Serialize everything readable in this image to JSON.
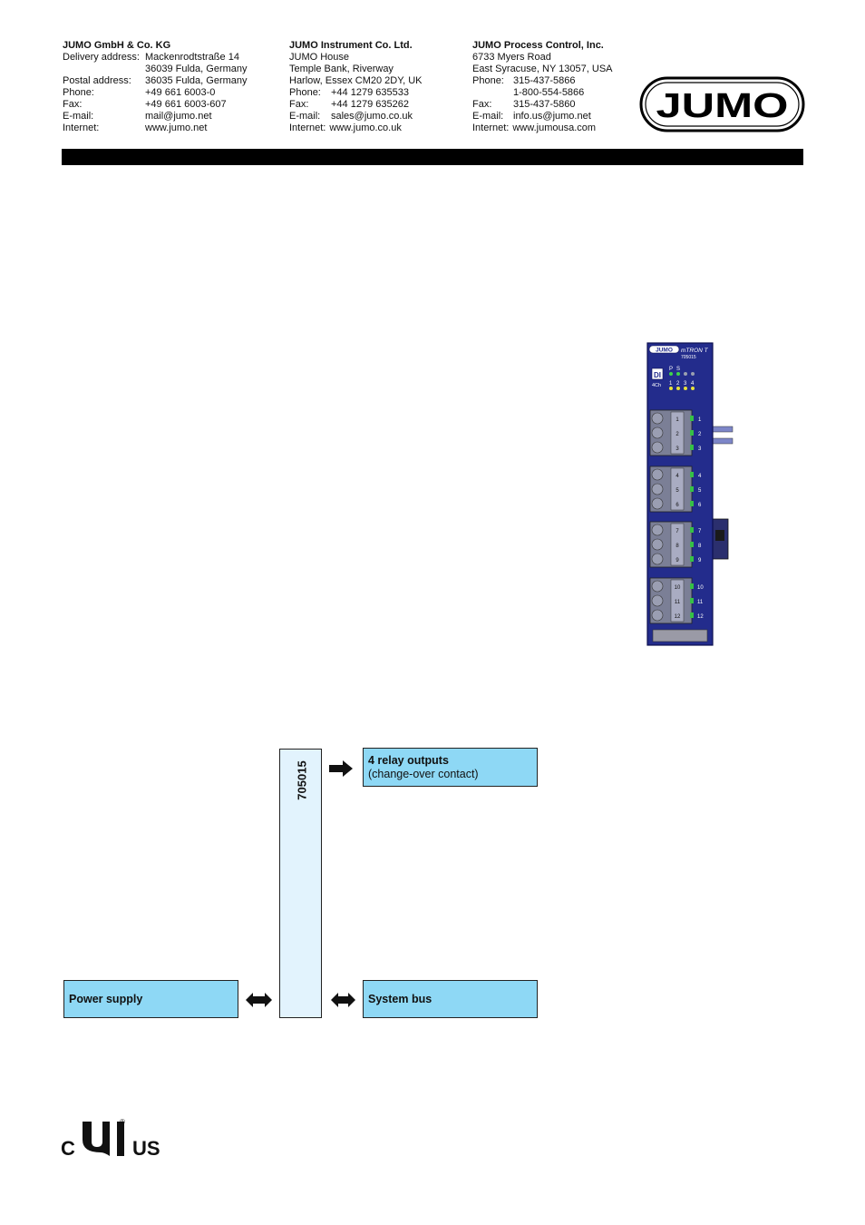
{
  "addresses": {
    "gmbh": {
      "company": "JUMO GmbH & Co. KG",
      "rows": [
        {
          "k": "Delivery address:",
          "v": "Mackenrodtstraße 14"
        },
        {
          "k": "",
          "v": "36039 Fulda, Germany"
        },
        {
          "k": "Postal address:",
          "v": "36035 Fulda, Germany"
        },
        {
          "k": "Phone:",
          "v": "+49 661 6003-0"
        },
        {
          "k": "Fax:",
          "v": "+49 661 6003-607"
        },
        {
          "k": "E-mail:",
          "v": "mail@jumo.net"
        },
        {
          "k": "Internet:",
          "v": "www.jumo.net"
        }
      ]
    },
    "ltd": {
      "company": "JUMO Instrument Co. Ltd.",
      "lines": [
        "JUMO House",
        "Temple Bank, Riverway",
        "Harlow, Essex CM20 2DY, UK"
      ],
      "rows": [
        {
          "k": "Phone:",
          "v": "+44 1279 635533"
        },
        {
          "k": "Fax:",
          "v": "+44 1279 635262"
        },
        {
          "k": "E-mail:",
          "v": "sales@jumo.co.uk"
        },
        {
          "k": "Internet:",
          "v": "www.jumo.co.uk"
        }
      ]
    },
    "inc": {
      "company": "JUMO Process Control, Inc.",
      "lines": [
        "6733 Myers Road",
        "East Syracuse, NY 13057, USA"
      ],
      "rows": [
        {
          "k": "Phone:",
          "v": "315-437-5866"
        },
        {
          "k": "",
          "v": "1-800-554-5866"
        },
        {
          "k": "Fax:",
          "v": "315-437-5860"
        },
        {
          "k": "E-mail:",
          "v": "info.us@jumo.net"
        },
        {
          "k": "Internet:",
          "v": "www.jumousa.com"
        }
      ]
    }
  },
  "logo": {
    "text": "JUMO"
  },
  "device": {
    "brand": "JUMO",
    "model": "mTRON T",
    "type_no": "705015",
    "badge_top": "DI",
    "badge_bottom": "4Ch",
    "led_labels": [
      "P",
      "S",
      "1",
      "2",
      "3",
      "4"
    ],
    "terminals": [
      "1",
      "2",
      "3",
      "4",
      "5",
      "6",
      "7",
      "8",
      "9",
      "10",
      "11",
      "12"
    ]
  },
  "diagram": {
    "module": "705015",
    "relay_title": "4 relay outputs",
    "relay_sub": "(change-over contact)",
    "power": "Power supply",
    "bus": "System bus"
  },
  "approval": {
    "left": "C",
    "right": "US",
    "reg": "®"
  },
  "colors": {
    "box_fill": "#8ed8f5",
    "module_fill": "#e2f3fd",
    "device_blue": "#232c8c"
  }
}
